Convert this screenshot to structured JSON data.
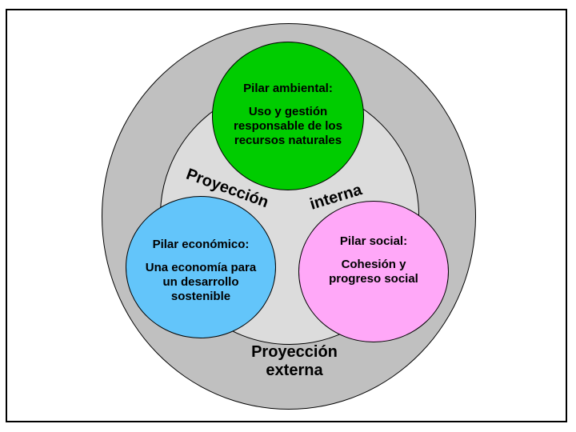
{
  "diagram": {
    "stroke_color": "#000000",
    "background": "#ffffff",
    "outer_ring": {
      "label_line1": "Proyección",
      "label_line2": "externa",
      "color": "#c0c0c0"
    },
    "inner_disc": {
      "label_word1": "Proyección",
      "label_word2": "interna",
      "color": "#dcdcdc"
    },
    "pillars": [
      {
        "id": "ambiental",
        "title": "Pilar ambiental:",
        "lines": [
          "Uso y gestión",
          "responsable de los",
          "recursos naturales"
        ],
        "color": "#00cc00"
      },
      {
        "id": "economico",
        "title": "Pilar económico:",
        "lines": [
          "Una economía para",
          "un desarrollo",
          "sostenible"
        ],
        "color": "#63c5fa"
      },
      {
        "id": "social",
        "title": "Pilar social:",
        "lines": [
          "Cohesión y",
          "progreso social"
        ],
        "color": "#ffa8f8"
      }
    ]
  }
}
